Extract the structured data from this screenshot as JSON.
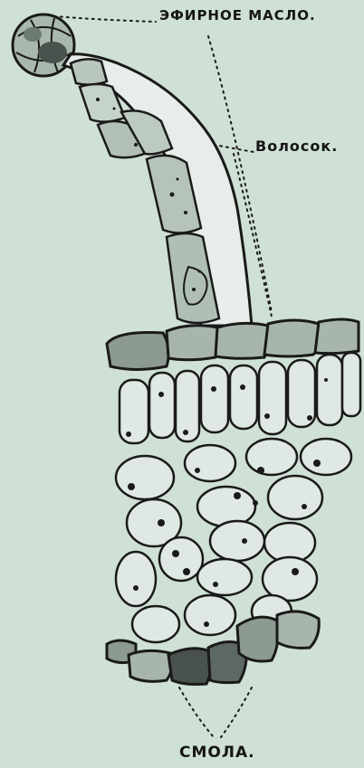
{
  "labels": {
    "essential_oil": "ЭФИРНОЕ МАСЛО.",
    "hair": "Волосок.",
    "resin": "СМОЛА."
  },
  "colors": {
    "background": "#cfe0d5",
    "ink": "#1a1a1a",
    "shaded_cell": "#8c9a91",
    "dark_cell": "#4a524d"
  }
}
